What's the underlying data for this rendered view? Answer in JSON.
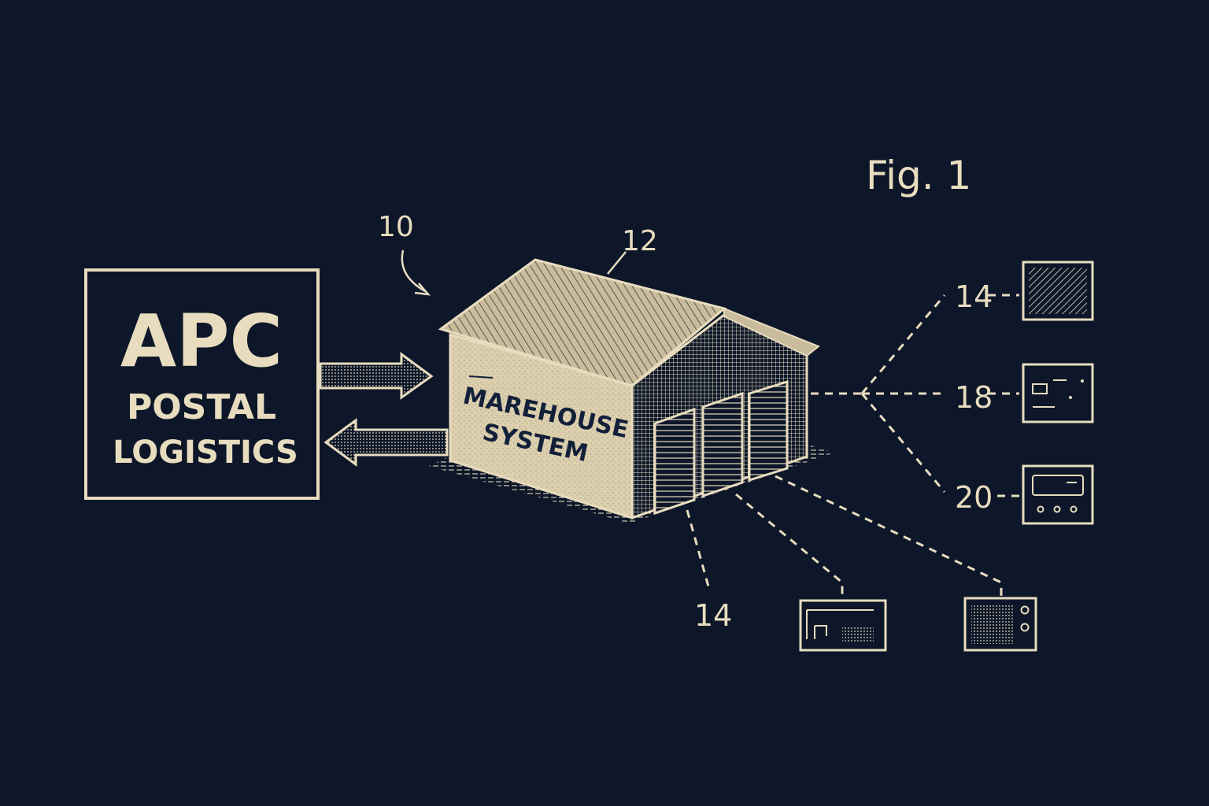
{
  "figure": {
    "caption": "Fig. 1"
  },
  "logo": {
    "line1": "APC",
    "line2": "POSTAL",
    "line3": "LOGISTICS"
  },
  "building": {
    "sign_line1": "MAREHOUSE",
    "sign_line2": "SYSTEM"
  },
  "refs": {
    "system": "10",
    "building": "12",
    "device_top": "14",
    "device_mid": "18",
    "device_low": "20",
    "device_bottom": "14"
  },
  "colors": {
    "background": "#0d1729",
    "ink": "#e8dcbf"
  }
}
